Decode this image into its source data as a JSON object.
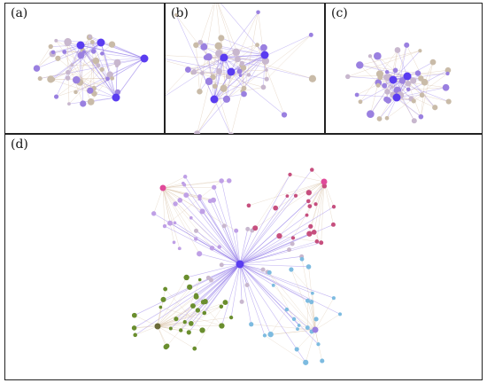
{
  "figure": {
    "panels": [
      {
        "id": "a",
        "label": "(a)"
      },
      {
        "id": "b",
        "label": "(b)"
      },
      {
        "id": "c",
        "label": "(c)"
      },
      {
        "id": "d",
        "label": "(d)"
      }
    ]
  },
  "colors": {
    "hub": "#5a3cf0",
    "mid": "#9a80e0",
    "light": "#c8b7ce",
    "tan": "#c9bba8",
    "edge_purple": "#8a70e8",
    "edge_tan": "#d9c2a8",
    "magenta": "#e04a9a",
    "rose": "#c64f7e",
    "lavender": "#bfa0e6",
    "olive": "#6a8e2e",
    "dark_olive": "#6b6a3a",
    "sky": "#7dbbe0"
  }
}
